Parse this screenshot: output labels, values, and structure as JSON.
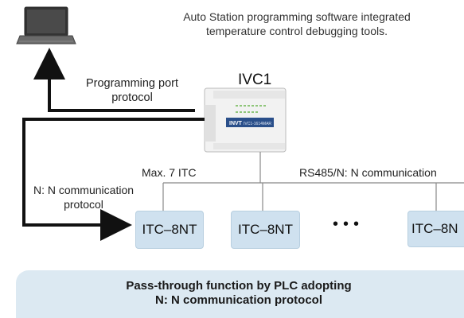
{
  "header_note": {
    "line1": "Auto Station programming software integrated",
    "line2": "temperature control debugging tools."
  },
  "plc": {
    "title": "IVC1",
    "brand": "INVT",
    "model": "IVC1-1614MAR"
  },
  "labels": {
    "programming_port": "Programming port protocol",
    "max_itc": "Max. 7 ITC",
    "rs485": "RS485/N: N communication",
    "nn_protocol": "N: N communication protocol"
  },
  "modules": [
    {
      "name": "ITC–8NT"
    },
    {
      "name": "ITC–8NT"
    },
    {
      "name": "ITC–8N"
    }
  ],
  "ellipsis": "•••",
  "banner": {
    "line1": "Pass-through function by PLC adopting",
    "line2": "N: N communication protocol"
  },
  "colors": {
    "arrow": "#111111",
    "module_fill": "#cfe1ef",
    "banner_fill": "#dce9f2"
  }
}
